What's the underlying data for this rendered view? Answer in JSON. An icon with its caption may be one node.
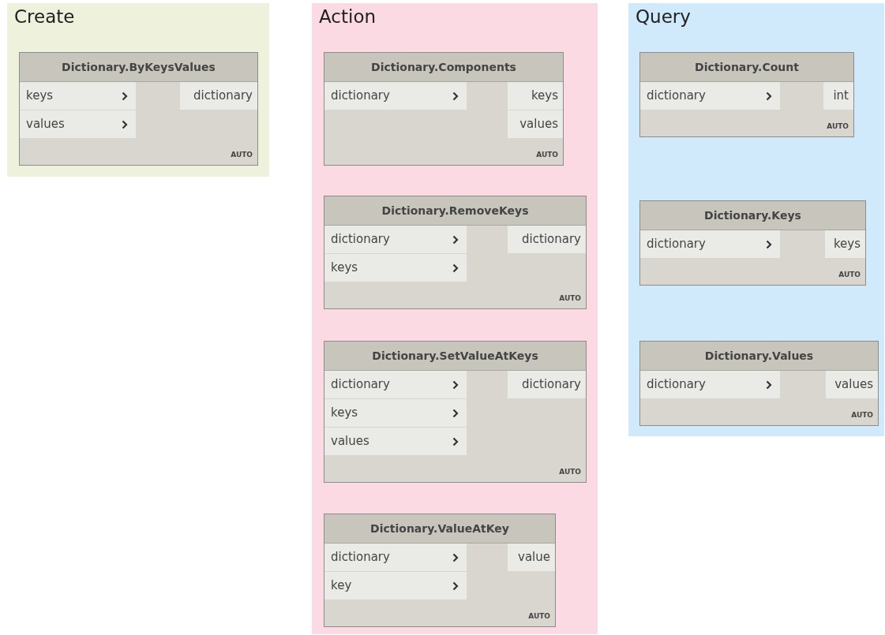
{
  "diagram": {
    "nodes": [
      {
        "text": [
          "Create"
        ]
      },
      {
        "text": [
          "Dictionary.ByKeysValues",
          "AUTO"
        ],
        "in": 0
      },
      {
        "text": [
          "keys"
        ],
        "in": 1
      },
      {
        "text": [
          "dictionary"
        ],
        "in": 1
      },
      {
        "text": [
          "values"
        ],
        "in": 1
      },
      {
        "text": [
          "Action"
        ]
      },
      {
        "text": [
          "Dictionary.Components",
          "AUTO"
        ],
        "in": 5
      },
      {
        "text": [
          "dictionary"
        ],
        "in": 6
      },
      {
        "text": [
          "keys"
        ],
        "in": 6
      },
      {
        "text": [
          "values"
        ],
        "in": 6
      },
      {
        "text": [
          "Dictionary.RemoveKeys",
          "AUTO"
        ],
        "in": 5
      },
      {
        "text": [
          "dictionary"
        ],
        "in": 10
      },
      {
        "text": [
          "dictionary"
        ],
        "in": 10
      },
      {
        "text": [
          "keys"
        ],
        "in": 10
      },
      {
        "text": [
          "Dictionary.SetValueAtKeys",
          "AUTO"
        ],
        "in": 5
      },
      {
        "text": [
          "dictionary"
        ],
        "in": 14
      },
      {
        "text": [
          "dictionary"
        ],
        "in": 14
      },
      {
        "text": [
          "keys"
        ],
        "in": 14
      },
      {
        "text": [
          "values"
        ],
        "in": 14
      },
      {
        "text": [
          "Dictionary.ValueAtKey",
          "AUTO"
        ],
        "in": 5
      },
      {
        "text": [
          "dictionary"
        ],
        "in": 19
      },
      {
        "text": [
          "value"
        ],
        "in": 19
      },
      {
        "text": [
          "key"
        ],
        "in": 19
      },
      {
        "text": [
          "Query"
        ]
      },
      {
        "text": [
          "Dictionary.Count",
          "AUTO"
        ],
        "in": 23
      },
      {
        "text": [
          "dictionary"
        ],
        "in": 24
      },
      {
        "text": [
          "int"
        ],
        "in": 24
      },
      {
        "text": [
          "Dictionary.Keys",
          "AUTO"
        ],
        "in": 23
      },
      {
        "text": [
          "dictionary"
        ],
        "in": 27
      },
      {
        "text": [
          "keys"
        ],
        "in": 27
      },
      {
        "text": [
          "Dictionary.Values",
          "AUTO"
        ],
        "in": 23
      },
      {
        "text": [
          "dictionary"
        ],
        "in": 30
      },
      {
        "text": [
          "values"
        ],
        "in": 30
      }
    ],
    "edges": []
  }
}
